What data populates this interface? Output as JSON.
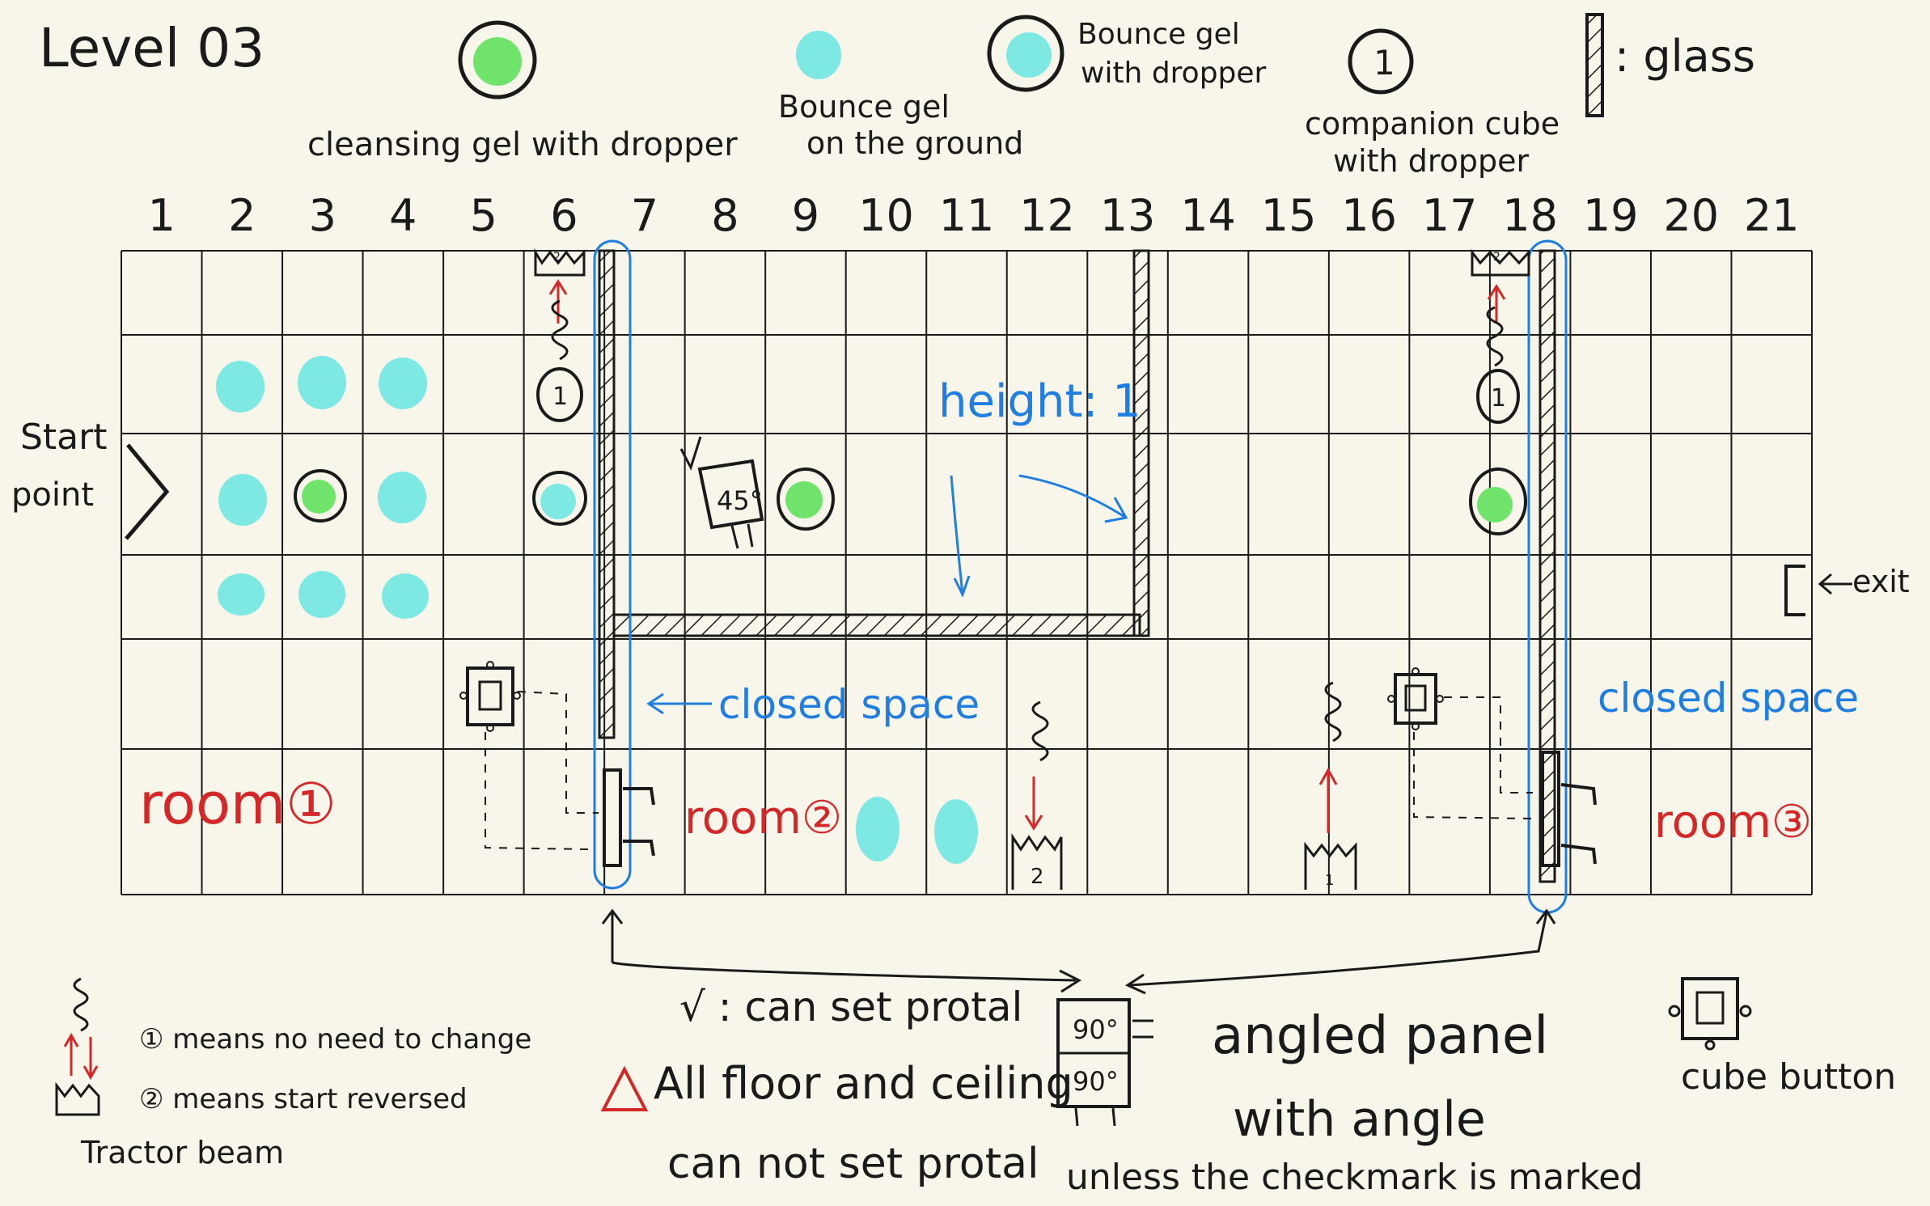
{
  "title": "Level 03",
  "legend": {
    "cleansing_gel": "cleansing gel with dropper",
    "bounce_gel_ground": [
      "Bounce gel",
      "on the ground"
    ],
    "bounce_gel_dropper": [
      "Bounce gel",
      "with dropper"
    ],
    "companion_cube": [
      "companion cube",
      "with dropper"
    ],
    "companion_cube_number": "1",
    "glass": ": glass"
  },
  "columns": [
    "1",
    "2",
    "3",
    "4",
    "5",
    "6",
    "7",
    "8",
    "9",
    "10",
    "11",
    "12",
    "13",
    "14",
    "15",
    "16",
    "17",
    "18",
    "19",
    "20",
    "21"
  ],
  "start": [
    "Start",
    "point"
  ],
  "exit": "exit",
  "annotations": {
    "height": "height: 1",
    "closed_space_1": "closed space",
    "closed_space_2": "closed space",
    "angle_45": "45°",
    "checkmark": "√",
    "cube_number_left": "1",
    "cube_number_right": "1",
    "beam_top_left": "2",
    "beam_top_right": "2",
    "beam_bottom_mid": "2",
    "beam_bottom_right": "1"
  },
  "rooms": {
    "room1": "room①",
    "room2": "room②",
    "room3": "room③"
  },
  "notes": {
    "can_set_portal": "√ : can set  protal",
    "floor_ceiling_1": "All floor and ceiling",
    "floor_ceiling_2": "can not set protal",
    "unless": "unless the checkmark is marked",
    "beam_1": "① means  no need to change",
    "beam_2": "② means  start reversed",
    "tractor_beam": "Tractor beam",
    "angled_panel_1": "angled panel",
    "angled_panel_2": "with angle",
    "panel_angle_top": "90°",
    "panel_angle_bottom": "90°",
    "cube_button": "cube button"
  },
  "colors": {
    "background": "#f8f6ea",
    "ink": "#1a1a1a",
    "bounce_gel": "#7ee8e3",
    "cleansing_gel": "#6fe36a",
    "annotation_blue": "#1f7ee0",
    "annotation_red": "#d42828"
  }
}
